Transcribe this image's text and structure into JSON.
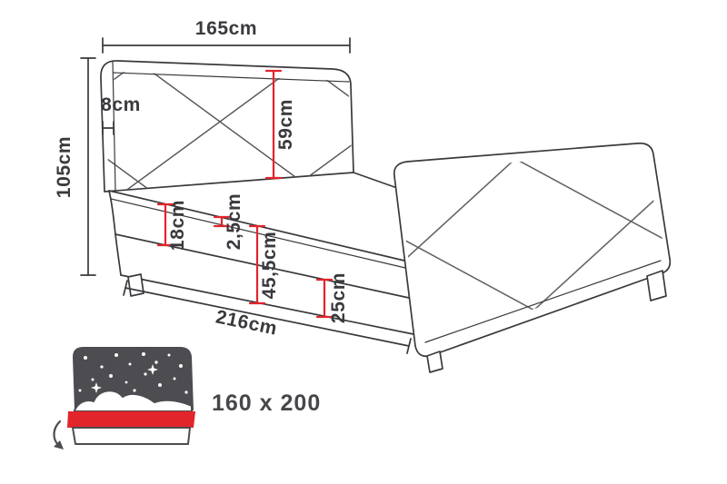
{
  "diagram": {
    "dims": {
      "width": "165cm",
      "frame": "8cm",
      "height": "105cm",
      "headboard_panel": "59cm",
      "mattress": "18cm",
      "topper": "2,5cm",
      "side_total": "45,5cm",
      "base": "25cm",
      "length": "216cm"
    },
    "size_label": "160 x 200",
    "icon": "storage-bed-icon",
    "colors": {
      "line": "#3a3a3e",
      "dimension_red": "#e2242b",
      "icon_dark": "#4d4d51",
      "icon_red": "#e2242b"
    }
  }
}
